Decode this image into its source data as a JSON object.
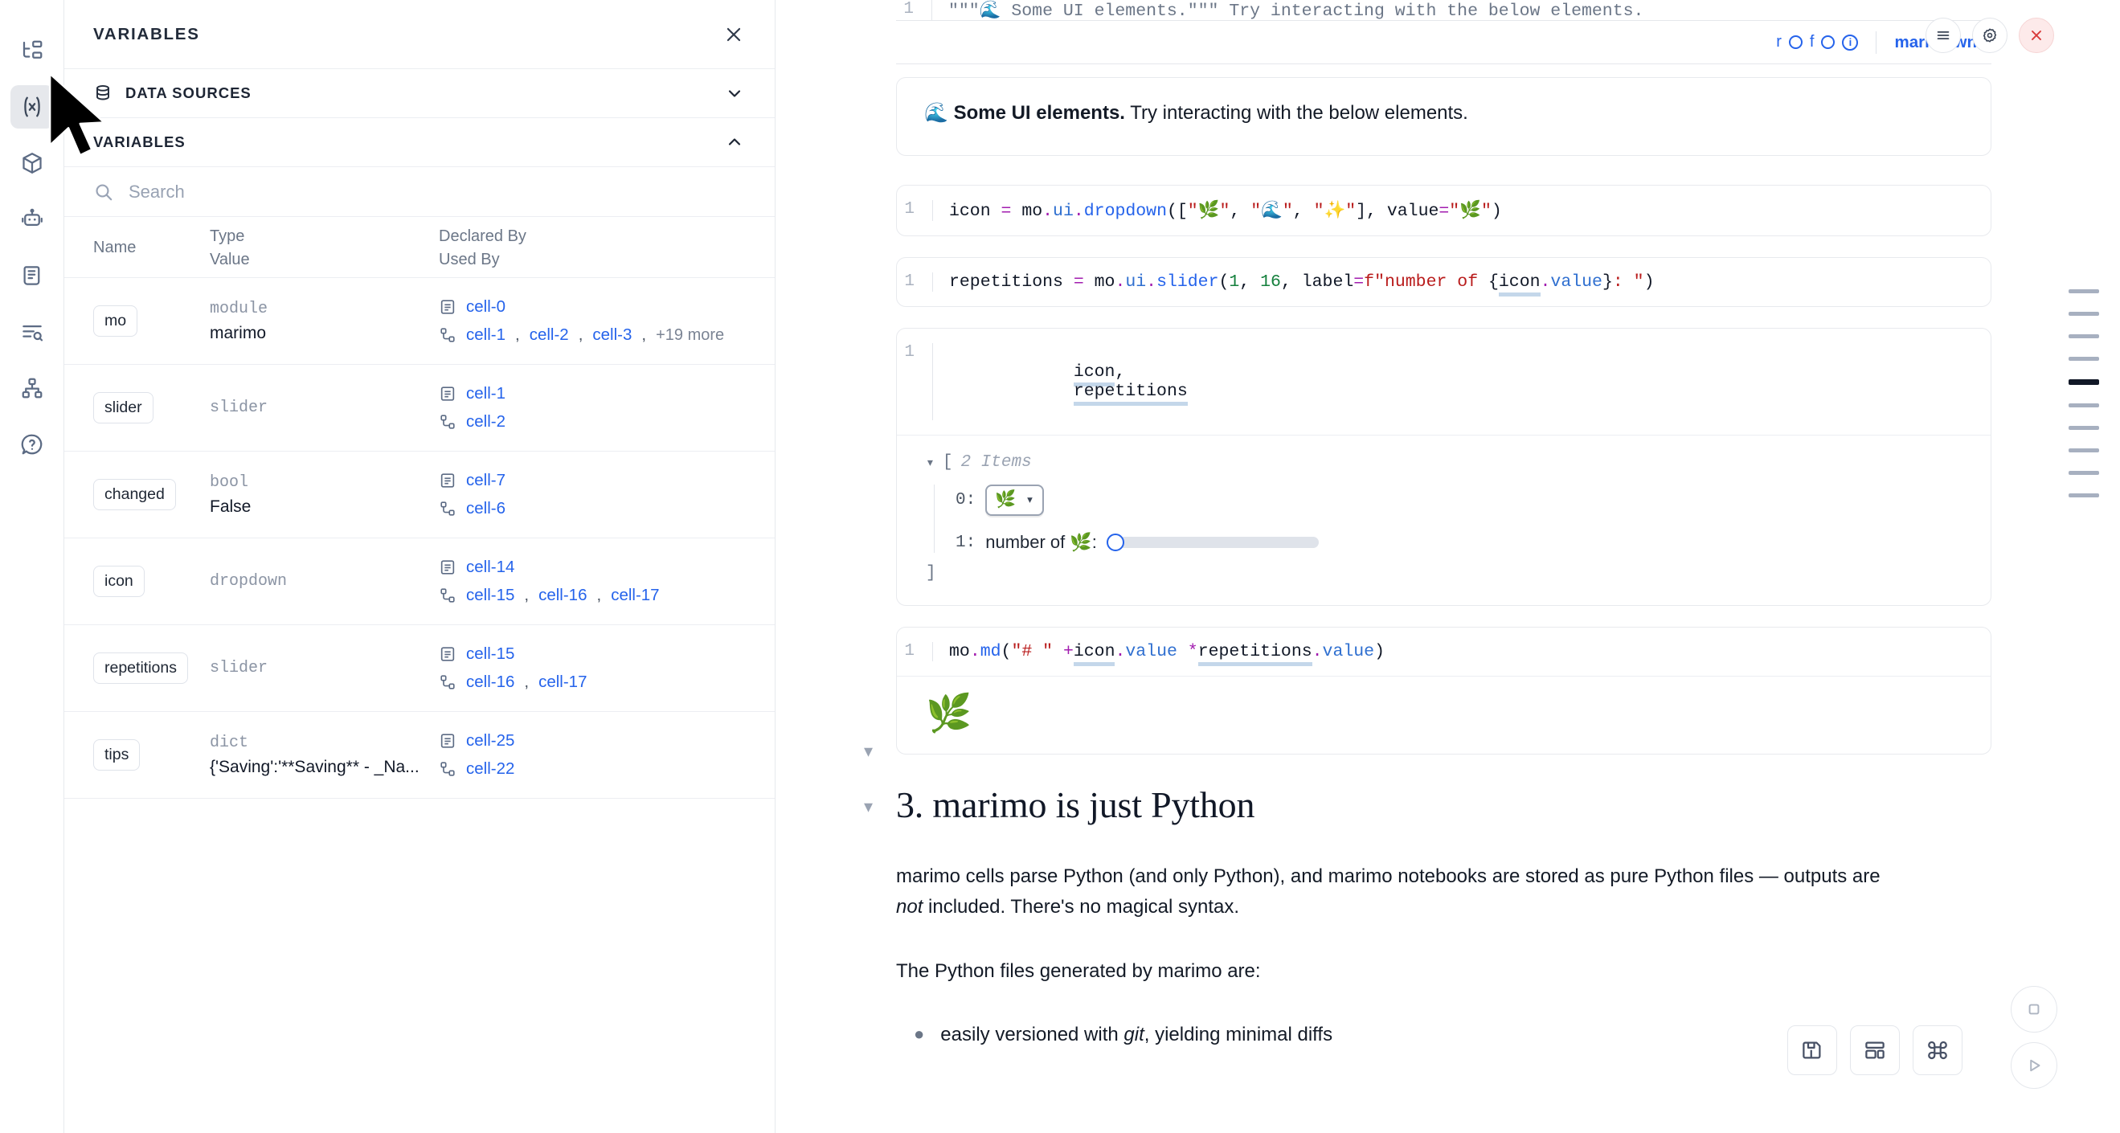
{
  "rail": {
    "items": [
      {
        "name": "file-tree-icon",
        "label": "File explorer"
      },
      {
        "name": "variables-icon",
        "label": "Variables",
        "active": true
      },
      {
        "name": "package-cube-icon",
        "label": "Packages"
      },
      {
        "name": "robot-icon",
        "label": "AI assistant"
      },
      {
        "name": "scroll-document-icon",
        "label": "Outline"
      },
      {
        "name": "logs-search-icon",
        "label": "Logs"
      },
      {
        "name": "dependency-graph-icon",
        "label": "Dependency graph"
      },
      {
        "name": "help-circle-icon",
        "label": "Help"
      }
    ]
  },
  "panel": {
    "title": "VARIABLES",
    "close_label": "×",
    "sections": [
      {
        "label": "DATA SOURCES",
        "expanded": false
      },
      {
        "label": "VARIABLES",
        "expanded": true
      }
    ],
    "search": {
      "placeholder": "Search",
      "value": ""
    },
    "table": {
      "headers": {
        "name": "Name",
        "type": "Type",
        "value": "Value",
        "declared_by": "Declared By",
        "used_by": "Used By"
      },
      "rows": [
        {
          "name": "mo",
          "type": "module",
          "value": "marimo",
          "declared_by": [
            "cell-0"
          ],
          "used_by": [
            "cell-1",
            "cell-2",
            "cell-3"
          ],
          "used_by_more": "+19 more"
        },
        {
          "name": "slider",
          "type": "slider",
          "value": "",
          "declared_by": [
            "cell-1"
          ],
          "used_by": [
            "cell-2"
          ],
          "used_by_more": ""
        },
        {
          "name": "changed",
          "type": "bool",
          "value": "False",
          "declared_by": [
            "cell-7"
          ],
          "used_by": [
            "cell-6"
          ],
          "used_by_more": ""
        },
        {
          "name": "icon",
          "type": "dropdown",
          "value": "",
          "declared_by": [
            "cell-14"
          ],
          "used_by": [
            "cell-15",
            "cell-16",
            "cell-17"
          ],
          "used_by_more": ""
        },
        {
          "name": "repetitions",
          "type": "slider",
          "value": "",
          "declared_by": [
            "cell-15"
          ],
          "used_by": [
            "cell-16",
            "cell-17"
          ],
          "used_by_more": ""
        },
        {
          "name": "tips",
          "type": "dict",
          "value": "{'Saving':'**Saving** - _Na...",
          "declared_by": [
            "cell-25"
          ],
          "used_by": [
            "cell-22"
          ],
          "used_by_more": ""
        }
      ]
    }
  },
  "notebook": {
    "top_cell": {
      "line_no": "1",
      "code": "\"\"\"🌊 Some UI elements.\"\"\" Try interacting with the below elements."
    },
    "cell_toolbar": {
      "r_label": "r",
      "f_label": "f",
      "info_label": "i",
      "language": "markdown",
      "menu_icon": "hamburger-menu-icon",
      "settings_icon": "gear-icon",
      "delete_icon": "close-icon"
    },
    "markdown_output": {
      "emoji": "🌊",
      "bold": "Some UI elements.",
      "rest": " Try interacting with the below elements."
    },
    "cells": [
      {
        "id": "dropdown-cell",
        "line_no": "1",
        "tokens": [
          {
            "t": "icon ",
            "c": "t-plain"
          },
          {
            "t": "=",
            "c": "t-op"
          },
          {
            "t": " mo",
            "c": "t-plain"
          },
          {
            "t": ".",
            "c": "t-op"
          },
          {
            "t": "ui",
            "c": "t-attr"
          },
          {
            "t": ".",
            "c": "t-op"
          },
          {
            "t": "dropdown",
            "c": "t-fn"
          },
          {
            "t": "([",
            "c": "t-plain"
          },
          {
            "t": "\"🌿\"",
            "c": "t-str"
          },
          {
            "t": ", ",
            "c": "t-plain"
          },
          {
            "t": "\"🌊\"",
            "c": "t-str"
          },
          {
            "t": ", ",
            "c": "t-plain"
          },
          {
            "t": "\"✨\"",
            "c": "t-str"
          },
          {
            "t": "], value",
            "c": "t-plain"
          },
          {
            "t": "=",
            "c": "t-op"
          },
          {
            "t": "\"🌿\"",
            "c": "t-str"
          },
          {
            "t": ")",
            "c": "t-plain"
          }
        ]
      },
      {
        "id": "slider-cell",
        "line_no": "1",
        "tokens": [
          {
            "t": "repetitions ",
            "c": "t-plain"
          },
          {
            "t": "=",
            "c": "t-op"
          },
          {
            "t": " mo",
            "c": "t-plain"
          },
          {
            "t": ".",
            "c": "t-op"
          },
          {
            "t": "ui",
            "c": "t-attr"
          },
          {
            "t": ".",
            "c": "t-op"
          },
          {
            "t": "slider",
            "c": "t-fn"
          },
          {
            "t": "(",
            "c": "t-plain"
          },
          {
            "t": "1",
            "c": "t-num"
          },
          {
            "t": ", ",
            "c": "t-plain"
          },
          {
            "t": "16",
            "c": "t-num"
          },
          {
            "t": ", label",
            "c": "t-plain"
          },
          {
            "t": "=",
            "c": "t-op"
          },
          {
            "t": "f\"number of ",
            "c": "t-str"
          },
          {
            "t": "{",
            "c": "t-plain"
          },
          {
            "t": "icon",
            "c": "t-plain"
          },
          {
            "t": ".",
            "c": "t-op"
          },
          {
            "t": "value",
            "c": "t-attr"
          },
          {
            "t": "}",
            "c": "t-plain"
          },
          {
            "t": ": \"",
            "c": "t-str"
          },
          {
            "t": ")",
            "c": "t-plain"
          }
        ]
      }
    ],
    "display_cell": {
      "line_no": "1",
      "code": "icon, repetitions",
      "output": {
        "items_label": "2 Items",
        "open_bracket": "[",
        "close_bracket": "]",
        "row0_index": "0:",
        "row0_emoji": "🌿",
        "row1_index": "1:",
        "row1_label": "number of 🌿:",
        "slider_value": 1,
        "slider_min": 1,
        "slider_max": 16
      }
    },
    "md_cell": {
      "line_no": "1",
      "tokens": [
        {
          "t": "mo",
          "c": "t-plain"
        },
        {
          "t": ".",
          "c": "t-op"
        },
        {
          "t": "md",
          "c": "t-fn"
        },
        {
          "t": "(",
          "c": "t-plain"
        },
        {
          "t": "\"# \"",
          "c": "t-str"
        },
        {
          "t": " ",
          "c": "t-plain"
        },
        {
          "t": "+",
          "c": "t-op"
        },
        {
          "t": " icon",
          "c": "t-plain"
        },
        {
          "t": ".",
          "c": "t-op"
        },
        {
          "t": "value",
          "c": "t-attr"
        },
        {
          "t": " ",
          "c": "t-plain"
        },
        {
          "t": "*",
          "c": "t-op"
        },
        {
          "t": " repetitions",
          "c": "t-plain"
        },
        {
          "t": ".",
          "c": "t-op"
        },
        {
          "t": "value",
          "c": "t-attr"
        },
        {
          "t": ")",
          "c": "t-plain"
        }
      ],
      "output_emoji": "🌿"
    },
    "doc": {
      "heading": "3. marimo is just Python",
      "paragraph1_a": "marimo cells parse Python (and only Python), and marimo notebooks are stored as pure Python files — outputs are ",
      "paragraph1_em": "not",
      "paragraph1_b": " included. There's no magical syntax.",
      "paragraph2": "The Python files generated by marimo are:",
      "bullets": [
        {
          "pre": "easily versioned with ",
          "em": "git",
          "post": ", yielding minimal diffs"
        }
      ]
    },
    "minimap": {
      "marks": [
        {
          "active": false
        },
        {
          "active": false
        },
        {
          "active": false
        },
        {
          "active": false
        },
        {
          "active": true
        },
        {
          "active": false
        },
        {
          "active": false
        },
        {
          "active": false
        },
        {
          "active": false
        },
        {
          "active": false
        }
      ]
    },
    "floatbar": [
      {
        "name": "save-icon",
        "label": "Save"
      },
      {
        "name": "layout-icon",
        "label": "Layout"
      },
      {
        "name": "command-palette-icon",
        "label": "Command palette"
      }
    ],
    "runpair": [
      {
        "name": "stop-icon",
        "label": "Interrupt"
      },
      {
        "name": "run-icon",
        "label": "Run"
      }
    ]
  },
  "colors": {
    "accent_blue": "#2563eb",
    "danger_red": "#d93a3a",
    "muted": "#6b7687",
    "border": "#e8eaee"
  }
}
